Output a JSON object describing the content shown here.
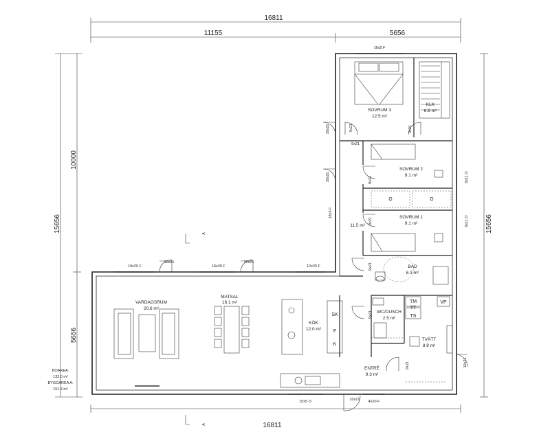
{
  "dimensions": {
    "top_total": "16811",
    "top_left": "11155",
    "top_right": "5656",
    "bottom_total": "16811",
    "left_upper": "10000",
    "left_lower": "5656",
    "left_total": "15656",
    "right_total": "15656"
  },
  "rooms": {
    "sovrum3": {
      "name": "SOVRUM 3",
      "area": "12.5 m²"
    },
    "klk": {
      "name": "KLK",
      "area": "6.6 m²"
    },
    "sovrum2": {
      "name": "SOVRUM 2",
      "area": "9.1 m²"
    },
    "sovrum1": {
      "name": "SOVRUM 1",
      "area": "9.1 m²"
    },
    "hall_area": "11.5 m²",
    "bad": {
      "name": "BAD",
      "area": "6.3 m²"
    },
    "vardagsrum": {
      "name": "VARDAGSRUM",
      "area": "20.6 m²"
    },
    "matsal": {
      "name": "MATSAL",
      "area": "16.1 m²"
    },
    "kok": {
      "name": "KÖK",
      "area": "12.0 m²"
    },
    "wc_dusch": {
      "name": "WC/DUSCH",
      "area": "2.5 m²"
    },
    "tvatt": {
      "name": "TVÄTT",
      "area": "8.9 m²"
    },
    "entre": {
      "name": "ENTRÉ",
      "area": "9.3 m²"
    }
  },
  "openings": {
    "w_top": "16x5 F",
    "d_left1": "10x21",
    "d_hall1": "9x21",
    "d_sov3": "9x21",
    "d_klk": "9x21",
    "d_left2": "10x21",
    "d_sov2": "9x21",
    "w_right1": "6x11 O",
    "w_corner": "18x5 F",
    "d_sov1": "9x21",
    "w_right2": "6x11 O",
    "w_liv1": "19x20 F",
    "d_liv1": "10x21",
    "w_liv2": "16x20 F",
    "d_liv2": "10x21",
    "w_liv3": "12x20 F",
    "d_bad": "9x21",
    "d_wc": "9x21",
    "d_entre": "9x21",
    "d_right": "10x21",
    "w_bottom": "15x5 O",
    "d_front": "10x21",
    "w_front": "4x20 F"
  },
  "fixtures": {
    "g1": "G",
    "g2": "G",
    "sk": "SK",
    "f": "F",
    "k": "K",
    "tm": "TM",
    "tt": "TT",
    "ts": "TS",
    "vp": "VP"
  },
  "section": {
    "a": "A"
  },
  "summary": {
    "boarea_label": "BOAREA:",
    "boarea_value": "133.0 m²",
    "byggarea_label": "BYGGAREA A:",
    "byggarea_value": "151.3 m²"
  }
}
